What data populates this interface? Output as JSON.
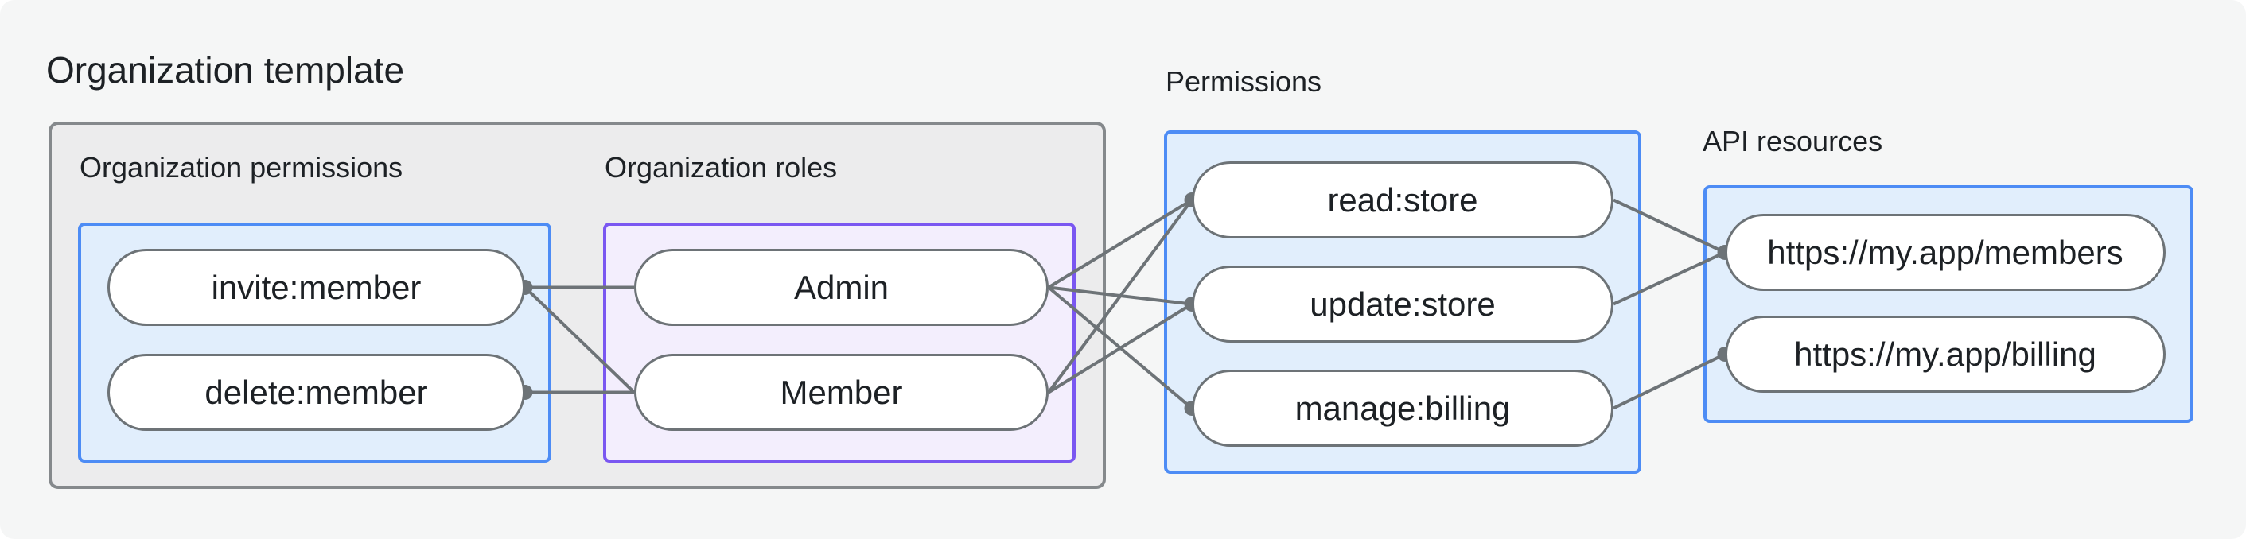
{
  "title": "Organization template",
  "sections": {
    "org_permissions": {
      "heading": "Organization permissions",
      "nodes": [
        {
          "id": "invite",
          "label": "invite:member"
        },
        {
          "id": "delete",
          "label": "delete:member"
        }
      ]
    },
    "org_roles": {
      "heading": "Organization roles",
      "nodes": [
        {
          "id": "admin",
          "label": "Admin"
        },
        {
          "id": "member",
          "label": "Member"
        }
      ]
    },
    "permissions": {
      "heading": "Permissions",
      "nodes": [
        {
          "id": "read",
          "label": "read:store"
        },
        {
          "id": "update",
          "label": "update:store"
        },
        {
          "id": "manage",
          "label": "manage:billing"
        }
      ]
    },
    "api_resources": {
      "heading": "API resources",
      "nodes": [
        {
          "id": "members",
          "label": "https://my.app/members"
        },
        {
          "id": "billing",
          "label": "https://my.app/billing"
        }
      ]
    }
  },
  "edges": [
    {
      "from": "invite",
      "to": "admin"
    },
    {
      "from": "invite",
      "to": "member"
    },
    {
      "from": "delete",
      "to": "member"
    },
    {
      "from": "admin",
      "to": "read"
    },
    {
      "from": "admin",
      "to": "update"
    },
    {
      "from": "admin",
      "to": "manage"
    },
    {
      "from": "member",
      "to": "read"
    },
    {
      "from": "member",
      "to": "update"
    },
    {
      "from": "read",
      "to": "members"
    },
    {
      "from": "update",
      "to": "members"
    },
    {
      "from": "manage",
      "to": "billing"
    }
  ],
  "dots": [
    {
      "node": "invite",
      "side": "right"
    },
    {
      "node": "delete",
      "side": "right"
    },
    {
      "node": "read",
      "side": "left"
    },
    {
      "node": "update",
      "side": "left"
    },
    {
      "node": "manage",
      "side": "left"
    },
    {
      "node": "members",
      "side": "left"
    },
    {
      "node": "billing",
      "side": "left"
    }
  ],
  "colors": {
    "card_background": "#f5f6f6",
    "template_box_background": "#ececed",
    "template_box_border": "#85898c",
    "blue_box_background": "#e1eefc",
    "blue_box_border": "#4d8cf5",
    "purple_box_background": "#f3eefd",
    "purple_box_border": "#7a57f1",
    "pill_background": "#ffffff",
    "pill_border": "#6d7377",
    "edge_line": "#6d7377",
    "text": "#1d2125"
  }
}
